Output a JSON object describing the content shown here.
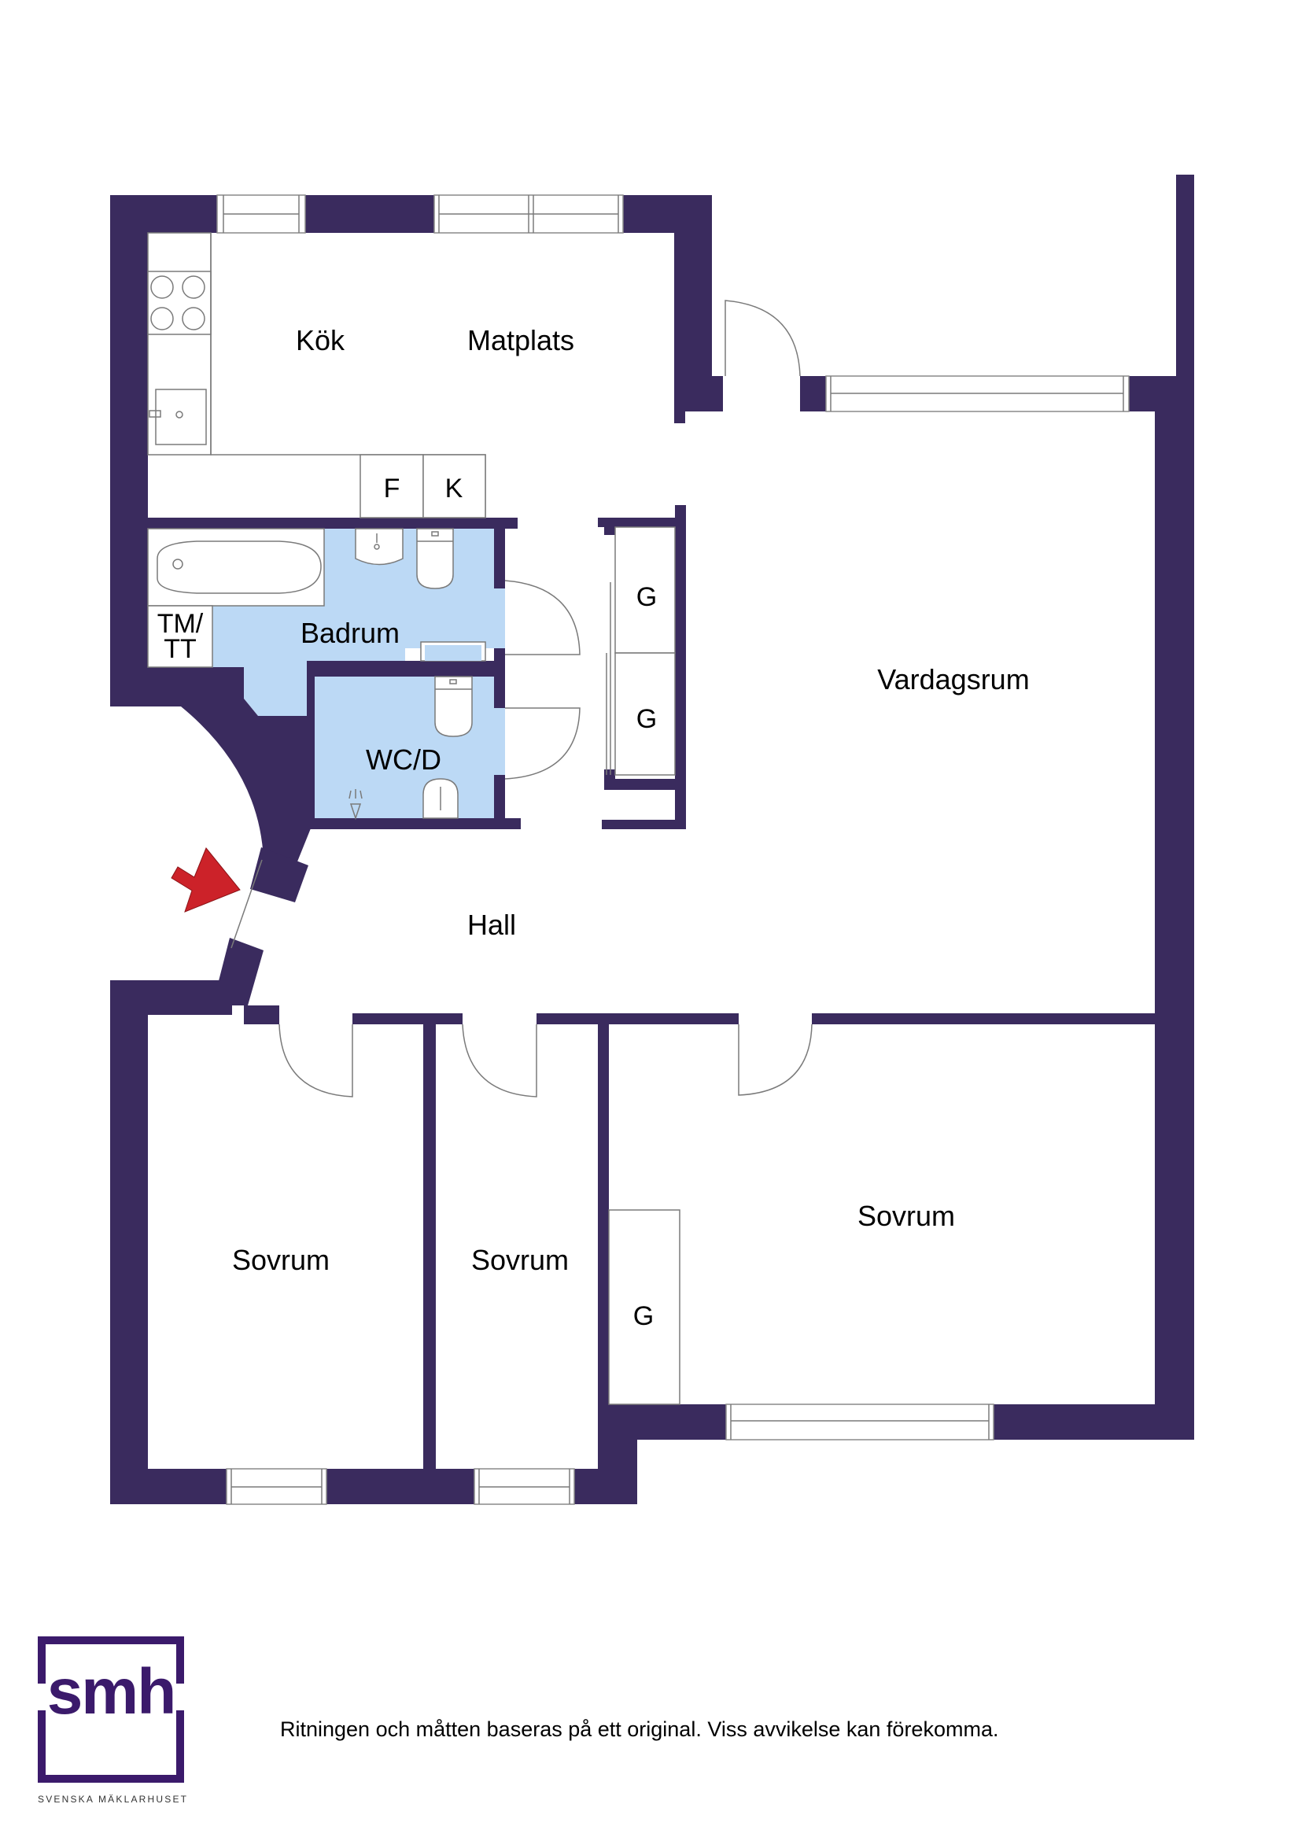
{
  "floorplan": {
    "rooms": {
      "kok": "Kök",
      "matplats": "Matplats",
      "fridge": "F",
      "freezer": "K",
      "badrum": "Badrum",
      "tm_tt_line1": "TM/",
      "tm_tt_line2": "TT",
      "wc_d": "WC/D",
      "closet_1": "G",
      "closet_2": "G",
      "vardagsrum": "Vardagsrum",
      "hall": "Hall",
      "sovrum_1": "Sovrum",
      "sovrum_2": "Sovrum",
      "sovrum_3": "Sovrum",
      "closet_3": "G"
    },
    "entrance_marker": "entrance-arrow",
    "colors": {
      "wall": "#3a2b5e",
      "wet_room": "#bcd9f5",
      "entrance_arrow": "#cc2229"
    }
  },
  "branding": {
    "logo_text": "smh",
    "logo_subtitle": "SVENSKA MÄKLARHUSET",
    "brand_color": "#3b1a6b"
  },
  "footer": {
    "disclaimer": "Ritningen och måtten baseras på ett original. Viss avvikelse kan förekomma."
  }
}
